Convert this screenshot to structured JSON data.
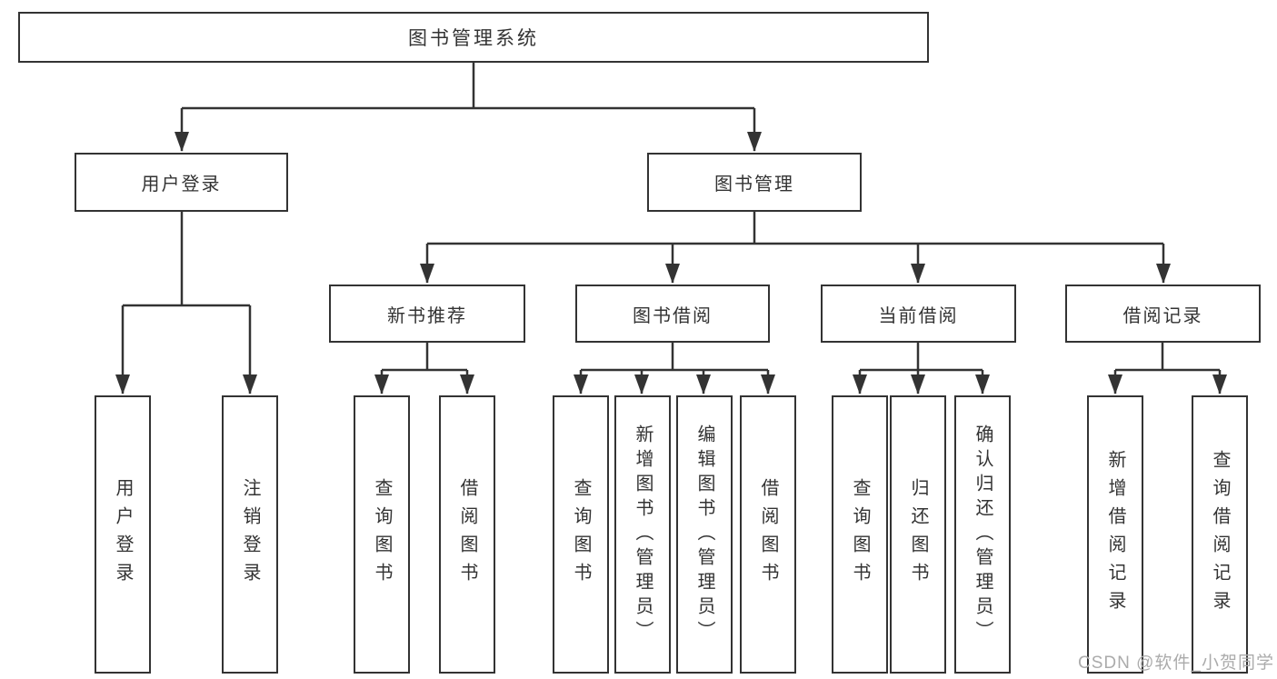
{
  "diagram": {
    "root": {
      "label": "图书管理系统"
    },
    "branches": [
      {
        "label": "用户登录",
        "children": [
          {
            "label": "用户登录"
          },
          {
            "label": "注销登录"
          }
        ]
      },
      {
        "label": "图书管理",
        "children": [
          {
            "label": "新书推荐",
            "children": [
              {
                "label": "查询图书"
              },
              {
                "label": "借阅图书"
              }
            ]
          },
          {
            "label": "图书借阅",
            "children": [
              {
                "label": "查询图书"
              },
              {
                "label": "新增图书（管理员）"
              },
              {
                "label": "编辑图书（管理员）"
              },
              {
                "label": "借阅图书"
              }
            ]
          },
          {
            "label": "当前借阅",
            "children": [
              {
                "label": "查询图书"
              },
              {
                "label": "归还图书"
              },
              {
                "label": "确认归还（管理员）"
              }
            ]
          },
          {
            "label": "借阅记录",
            "children": [
              {
                "label": "新增借阅记录"
              },
              {
                "label": "查询借阅记录"
              }
            ]
          }
        ]
      }
    ],
    "watermark": "CSDN @软件_小贺同学",
    "colors": {
      "line": "#333333",
      "text": "#333333",
      "box_background": "#ffffff",
      "watermark": "#ababab",
      "background": "#ffffff"
    }
  }
}
